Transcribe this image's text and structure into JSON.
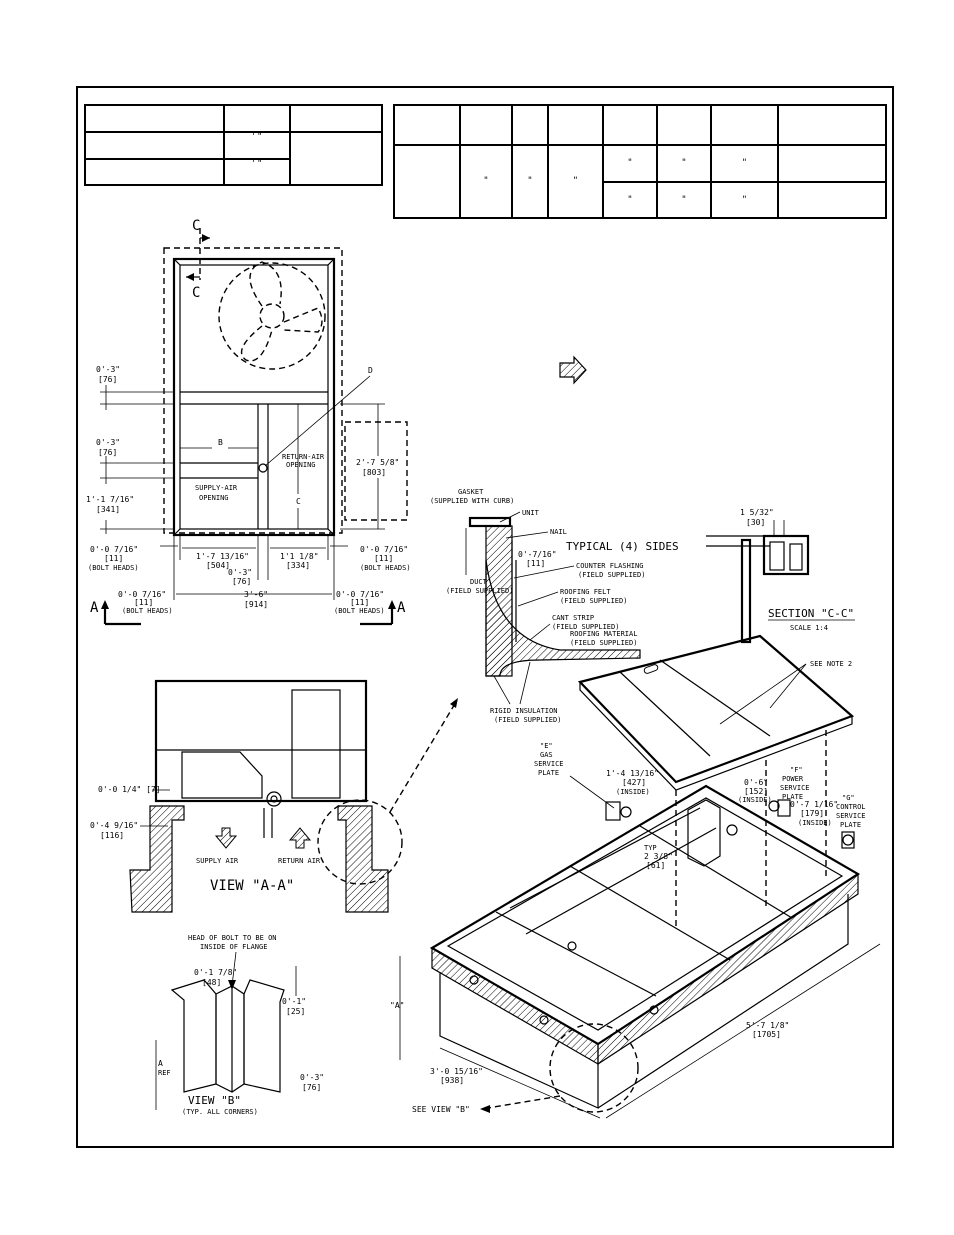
{
  "tables": {
    "left": {
      "rows": [
        [
          "",
          "",
          ""
        ],
        [
          "",
          "' \"",
          ""
        ],
        [
          "",
          "' \"",
          ""
        ]
      ]
    },
    "right": {
      "rows": [
        [
          "",
          "",
          "",
          "",
          "",
          "",
          "",
          ""
        ],
        [
          "",
          "\"",
          "\"",
          "\"",
          "\"",
          "\"",
          "\"",
          ""
        ],
        [
          "",
          "",
          "",
          "",
          "\"",
          "\"",
          "\"",
          ""
        ]
      ]
    }
  },
  "plan": {
    "section_c_top": "C",
    "section_c_bottom": "C",
    "label_d": "D",
    "label_b": "B",
    "label_c": "C",
    "dim_0_3_a": "0'-3\"",
    "dim_76_a": "[76]",
    "dim_0_3_b": "0'-3\"",
    "dim_76_b": "[76]",
    "dim_1_1_7_16": "1'-1 7/16\"",
    "dim_341": "[341]",
    "dim_2_7_5_8": "2'-7 5/8\"",
    "dim_803": "[803]",
    "return_air_1": "RETURN-AIR",
    "return_air_2": "OPENING",
    "supply_air_1": "SUPPLY-AIR",
    "supply_air_2": "OPENING",
    "dim_0_0_7_16_l": "0'-0 7/16\"",
    "dim_11_l": "[11]",
    "bolt_heads_l": "(BOLT HEADS)",
    "dim_1_7_13_16": "1'-7 13/16\"",
    "dim_504": "[504]",
    "dim_1_1_1_8": "1'1 1/8\"",
    "dim_334": "[334]",
    "dim_0_7_16_r": "0'-0 7/16\"",
    "dim_11_r": "[11]",
    "bolt_heads_r": "(BOLT HEADS)",
    "dim_0_3_c": "0'-3\"",
    "dim_76_c": "[76]",
    "dim_3_6": "3'-6\"",
    "dim_914": "[914]",
    "dim_0_0_7_16_bl": "0'-0 7/16\"",
    "dim_11_bl": "[11]",
    "bolt_heads_bl": "(BOLT HEADS)",
    "dim_0_0_7_16_br": "0'-0 7/16\"",
    "dim_11_br": "[11]",
    "bolt_heads_br": "(BOLT HEADS)",
    "section_a_left": "A",
    "section_a_right": "A"
  },
  "flashing": {
    "gasket_1": "GASKET",
    "gasket_2": "(SUPPLIED WITH CURB)",
    "unit": "UNIT",
    "nail": "NAIL",
    "dim_0_7_16": "0'-7/16\"",
    "dim_11": "[11]",
    "typical": "TYPICAL (4) SIDES",
    "counter_1": "COUNTER FLASHING",
    "counter_2": "(FIELD SUPPLIED)",
    "duct_1": "DUCT",
    "duct_2": "(FIELD SUPPLIED)",
    "felt_1": "ROOFING FELT",
    "felt_2": "(FIELD SUPPLIED)",
    "cant_1": "CANT STRIP",
    "cant_2": "(FIELD SUPPLIED)",
    "material_1": "ROOFING MATERIAL",
    "material_2": "(FIELD SUPPLIED)",
    "insulation_1": "RIGID INSULATION",
    "insulation_2": "(FIELD SUPPLIED)"
  },
  "section_cc": {
    "dim_1_5_32": "1 5/32\"",
    "dim_30": "[30]",
    "title": "SECTION \"C-C\"",
    "scale": "SCALE 1:4"
  },
  "view_aa": {
    "dim_0_0_1_4": "0'-0 1/4\" [7]",
    "dim_0_4_9_16": "0'-4 9/16\"",
    "dim_116": "[116]",
    "supply_air": "SUPPLY AIR",
    "return_air": "RETURN AIR",
    "title": "VIEW \"A-A\""
  },
  "view_b": {
    "head_1": "HEAD OF BOLT TO BE ON",
    "head_2": "INSIDE OF FLANGE",
    "dim_0_1_7_8": "0'-1 7/8\"",
    "dim_48": "[48]",
    "dim_0_1": "0'-1\"",
    "dim_25": "[25]",
    "ref_a": "A",
    "ref": "REF",
    "dim_0_3": "0'-3\"",
    "dim_76": "[76]",
    "title": "VIEW \"B\"",
    "subtitle": "(TYP. ALL CORNERS)"
  },
  "iso": {
    "see_note_2": "SEE NOTE 2",
    "e_1": "\"E\"",
    "e_2": "GAS",
    "e_3": "SERVICE",
    "e_4": "PLATE",
    "dim_1_4_13_16": "1'-4 13/16\"",
    "dim_427": "[427]",
    "inside_1": "(INSIDE)",
    "dim_0_6": "0'-6\"",
    "dim_152": "[152]",
    "inside_2": "(INSIDE)",
    "f_1": "\"F\"",
    "f_2": "POWER",
    "f_3": "SERVICE",
    "f_4": "PLATE",
    "g_1": "\"G\"",
    "g_2": "CONTROL",
    "g_3": "SERVICE",
    "g_4": "PLATE",
    "dim_0_7_1_16": "0'-7 1/16\"",
    "dim_179": "[179]",
    "inside_3": "(INSIDE)",
    "typ": "TYP",
    "dim_2_3_8": "2 3/8\"",
    "dim_61": "[61]",
    "a_height": "\"A\"",
    "dim_5_7_1_8": "5'-7 1/8\"",
    "dim_1705": "[1705]",
    "dim_3_0_15_16": "3'-0 15/16\"",
    "dim_938": "[938]",
    "see_view_b": "SEE VIEW \"B\""
  }
}
